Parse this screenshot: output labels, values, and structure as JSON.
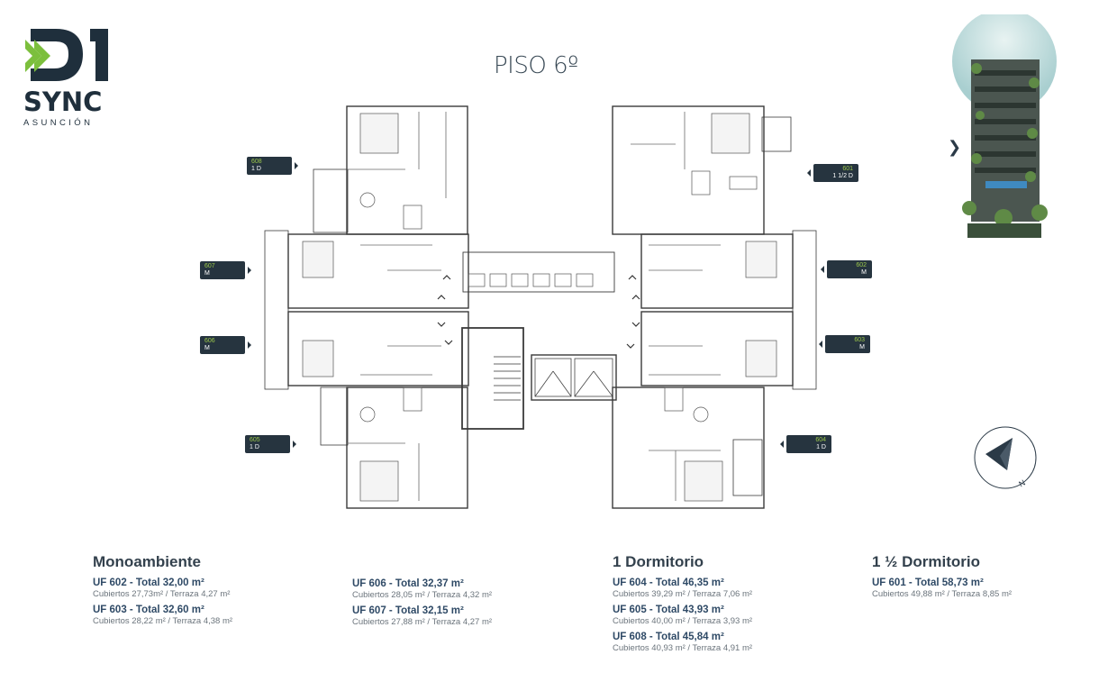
{
  "brand": {
    "name": "SYNC",
    "city": "ASUNCIÓN",
    "mark": "01",
    "colors": {
      "accent": "#7cbf3d",
      "dark": "#1f2f3c"
    }
  },
  "floor_title": "PISO 6º",
  "unit_tags": [
    {
      "num": "608",
      "type": "1 D",
      "side": "right"
    },
    {
      "num": "607",
      "type": "M",
      "side": "right"
    },
    {
      "num": "606",
      "type": "M",
      "side": "right"
    },
    {
      "num": "605",
      "type": "1 D",
      "side": "right"
    },
    {
      "num": "601",
      "type": "1 1/2 D",
      "side": "left"
    },
    {
      "num": "602",
      "type": "M",
      "side": "left"
    },
    {
      "num": "603",
      "type": "M",
      "side": "left"
    },
    {
      "num": "604",
      "type": "1 D",
      "side": "left"
    }
  ],
  "compass": {
    "label": "N",
    "icon": "compass-north-icon"
  },
  "legend": [
    {
      "title": "Monoambiente",
      "units": [
        {
          "name": "UF 602 - Total 32,00 m²",
          "detail": "Cubiertos 27,73m² / Terraza 4,27 m²"
        },
        {
          "name": "UF 603 - Total 32,60 m²",
          "detail": "Cubiertos 28,22 m² / Terraza 4,38 m²"
        }
      ]
    },
    {
      "title": "",
      "units": [
        {
          "name": "UF 606 - Total 32,37 m²",
          "detail": "Cubiertos 28,05 m² / Terraza 4,32 m²"
        },
        {
          "name": "UF 607 - Total 32,15 m²",
          "detail": "Cubiertos 27,88 m² / Terraza 4,27 m²"
        }
      ]
    },
    {
      "title": "1 Dormitorio",
      "units": [
        {
          "name": "UF 604 - Total 46,35 m²",
          "detail": "Cubiertos 39,29 m² / Terraza 7,06 m²"
        },
        {
          "name": "UF 605 - Total 43,93 m²",
          "detail": "Cubiertos 40,00 m² / Terraza 3,93 m²"
        },
        {
          "name": "UF 608 - Total 45,84 m²",
          "detail": "Cubiertos 40,93 m² / Terraza 4,91 m²"
        }
      ]
    },
    {
      "title": "1 ½ Dormitorio",
      "units": [
        {
          "name": "UF 601 - Total 58,73 m²",
          "detail": "Cubiertos 49,88 m² / Terraza 8,85 m²"
        }
      ]
    }
  ]
}
